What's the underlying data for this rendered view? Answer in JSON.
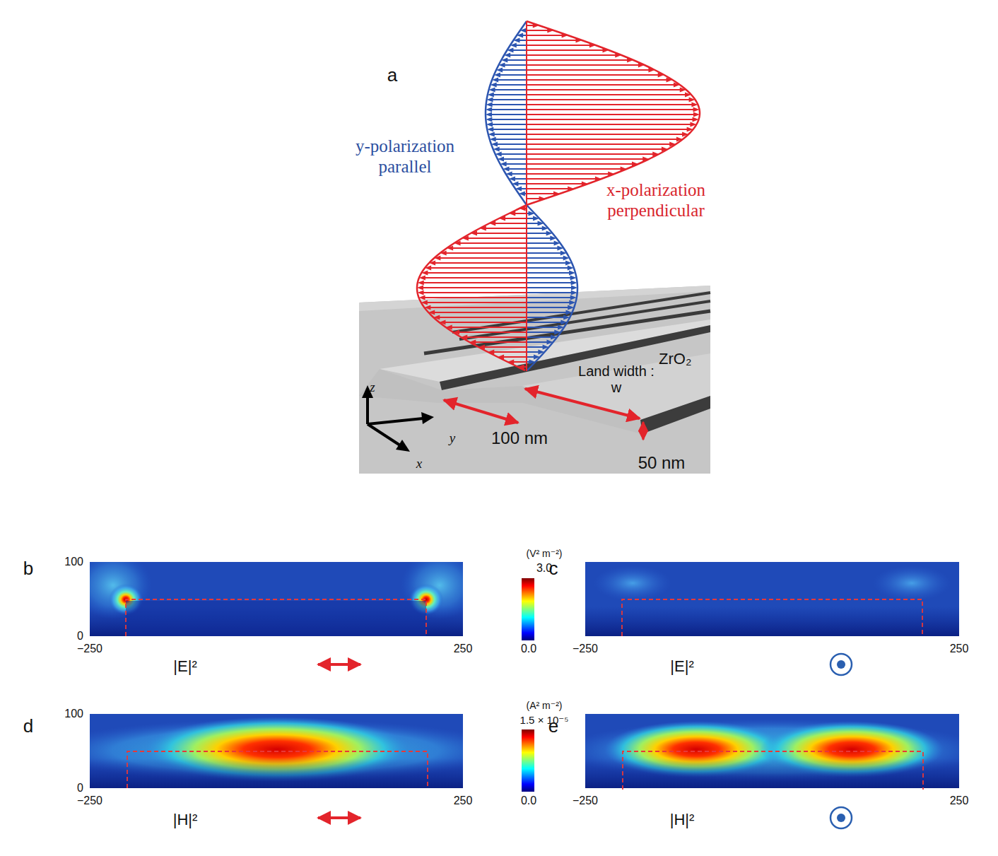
{
  "diagram": {
    "labels": [
      "a",
      "y-polarization parallel",
      "x-polarization perpendicular",
      "ZrO₂",
      "Land width : w",
      "z",
      "y",
      "x",
      "100 nm",
      "50 nm",
      "b",
      "100",
      "0",
      "−250",
      "250",
      "(V² m⁻²)",
      "3.0",
      "0.0",
      "c",
      "−250",
      "250",
      "|E|²",
      "|E|²",
      "d",
      "100",
      "0",
      "−250",
      "250",
      "(A² m⁻²)",
      "1.5 × 10⁻⁵",
      "0.0",
      "e",
      "−250",
      "250",
      "|H|²",
      "|H|²"
    ]
  }
}
